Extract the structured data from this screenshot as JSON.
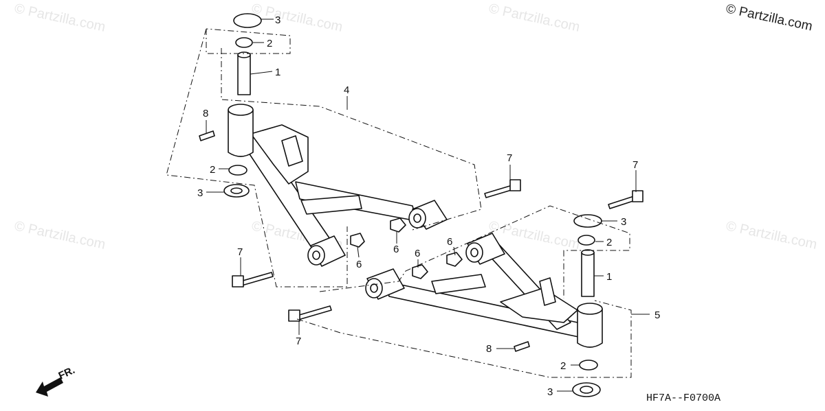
{
  "copyright": "© Partzilla.com",
  "watermark": "© Partzilla.com",
  "diagram_code": "HF7A--F0700A",
  "direction_label": "FR.",
  "callouts": {
    "c3a": "3",
    "c2a": "2",
    "c1a": "1",
    "c4": "4",
    "c8a": "8",
    "c2b": "2",
    "c3b": "3",
    "c7a": "7",
    "c7b": "7",
    "c7c": "7",
    "c7d": "7",
    "c6a": "6",
    "c6b": "6",
    "c6c": "6",
    "c6d": "6",
    "c3c": "3",
    "c2c": "2",
    "c1b": "1",
    "c5": "5",
    "c8b": "8",
    "c2d": "2",
    "c3d": "3"
  }
}
